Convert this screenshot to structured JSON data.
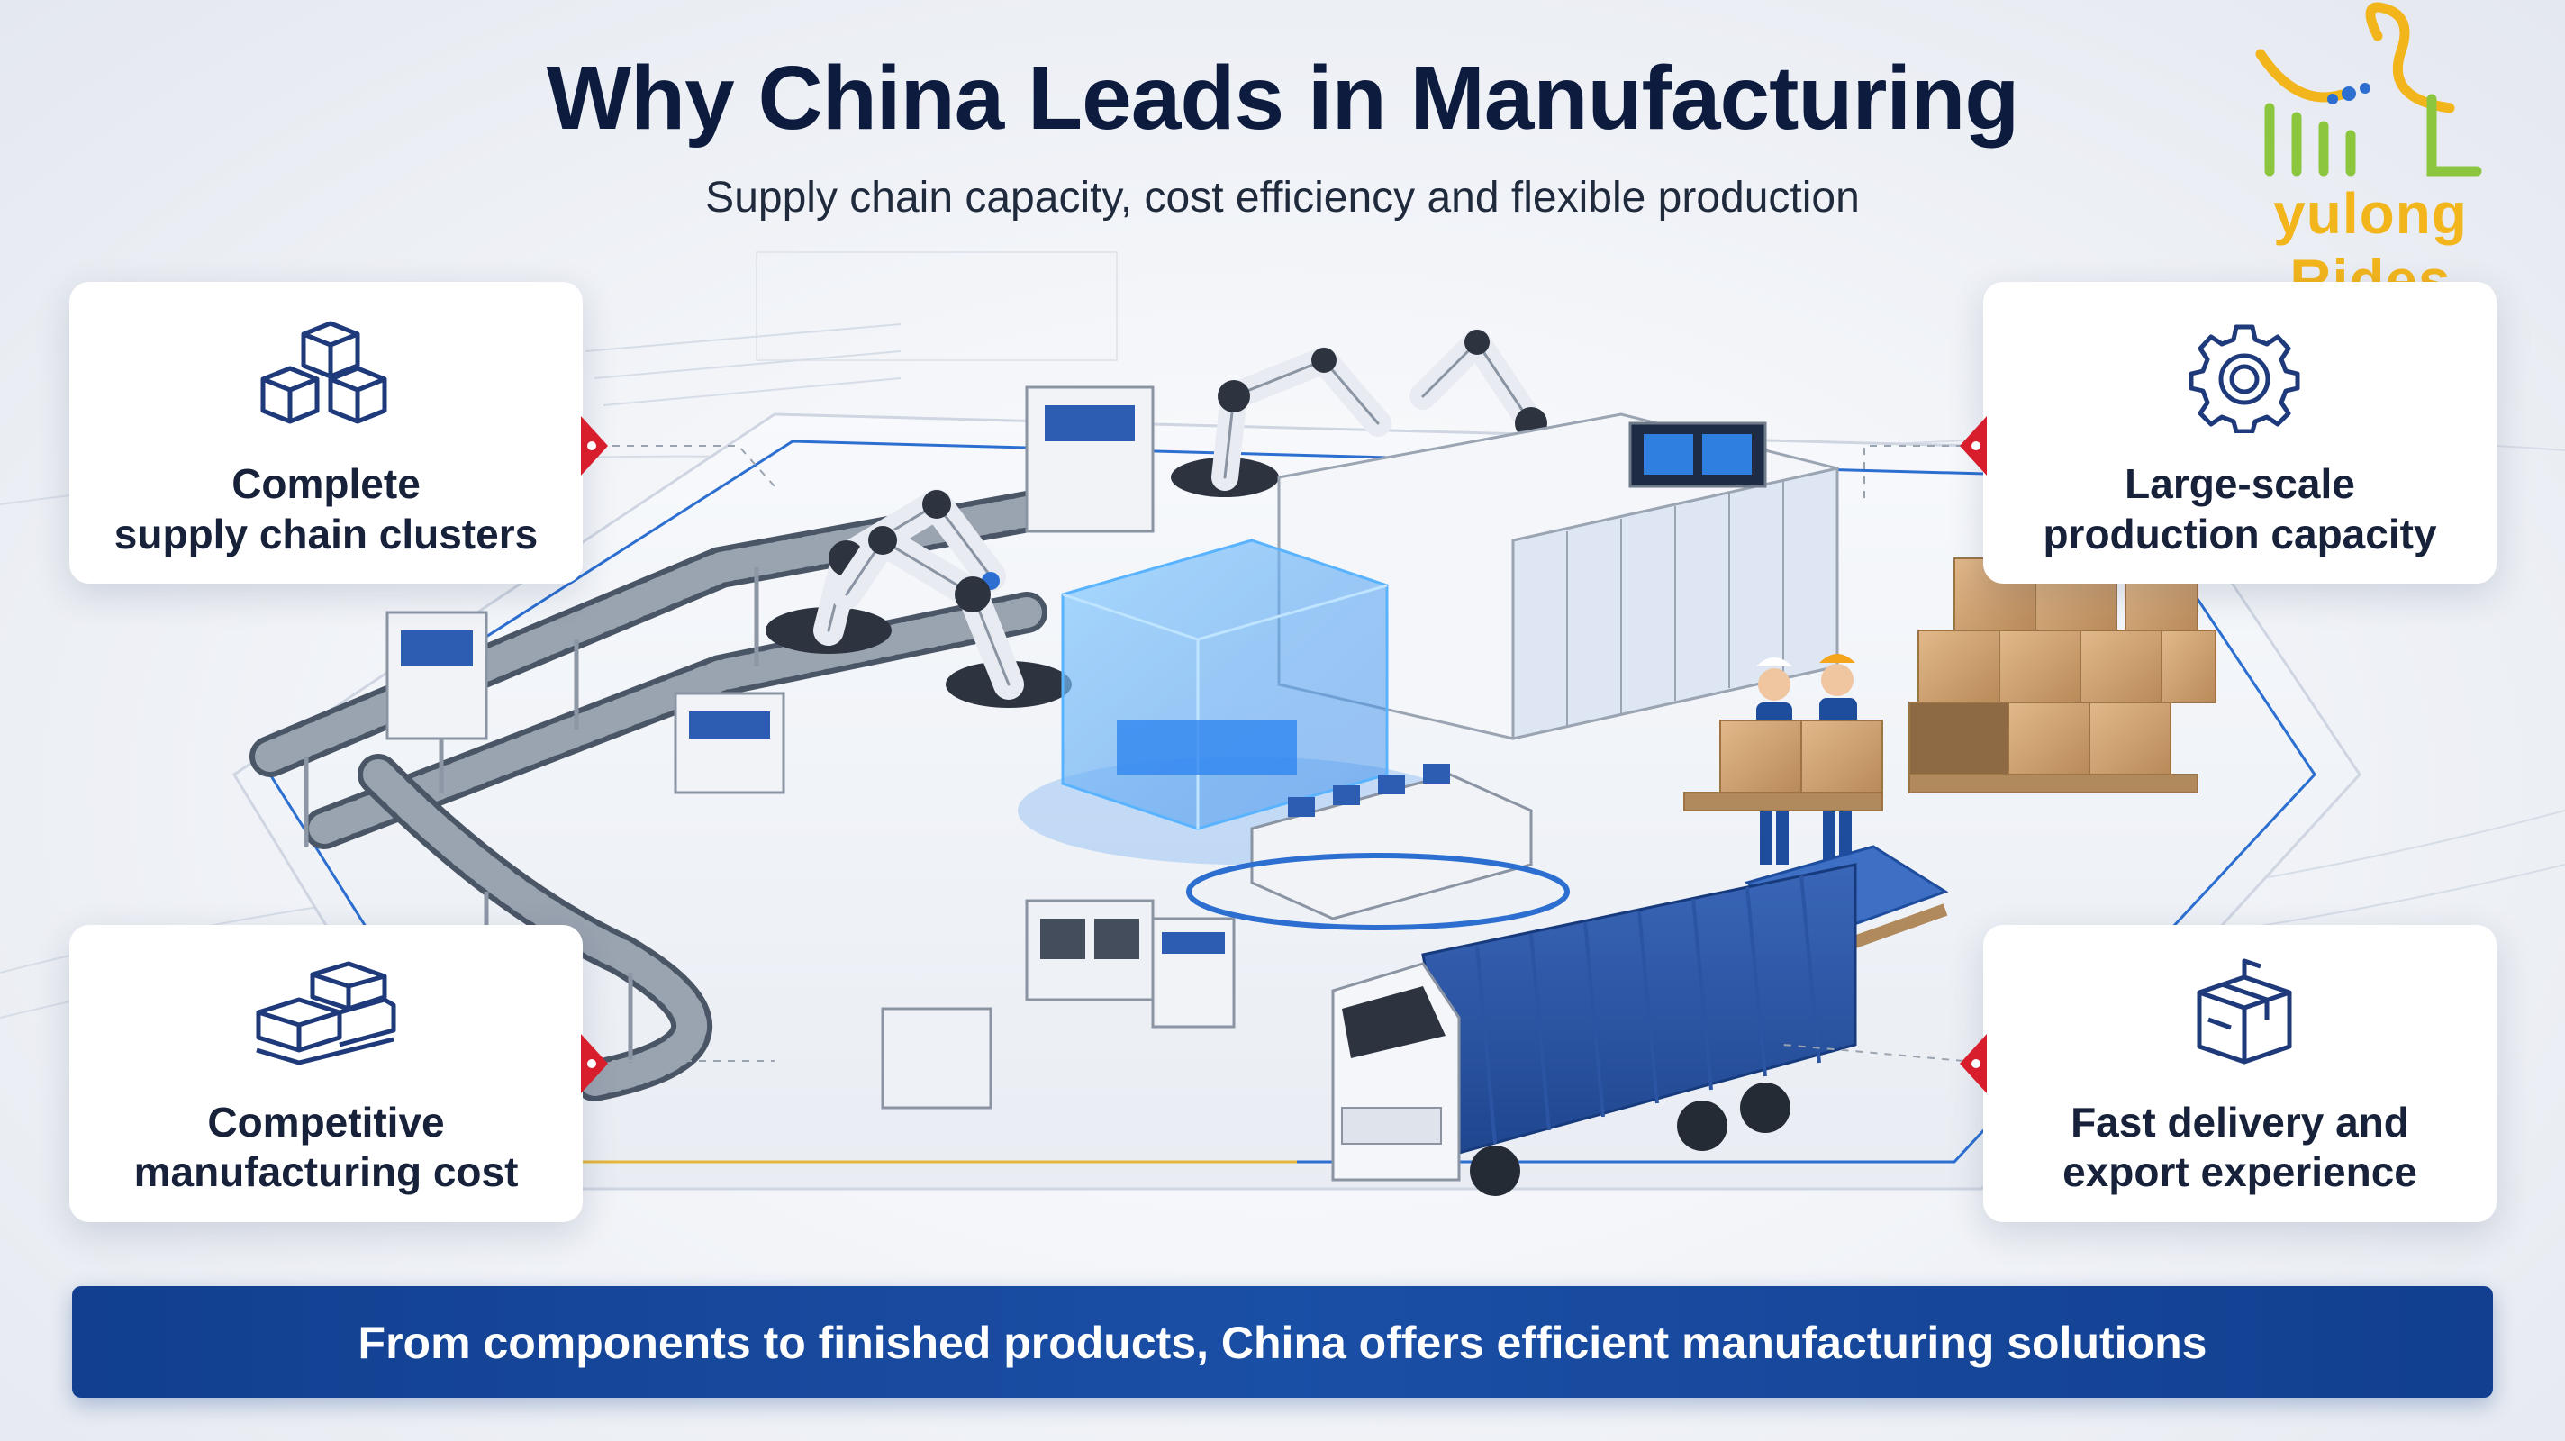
{
  "header": {
    "title": "Why China Leads in Manufacturing",
    "subtitle": "Supply chain capacity, cost efficiency and flexible production"
  },
  "logo": {
    "text": "yulong Rides",
    "color": "#f3b51c"
  },
  "cards": {
    "supply_chain": {
      "line1": "Complete",
      "line2": "supply chain clusters",
      "icon": "cubes-icon"
    },
    "capacity": {
      "line1": "Large-scale",
      "line2": "production capacity",
      "icon": "gear-icon"
    },
    "cost": {
      "line1": "Competitive",
      "line2": "manufacturing cost",
      "icon": "stacked-boxes-icon"
    },
    "delivery": {
      "line1": "Fast delivery and",
      "line2": "export experience",
      "icon": "package-icon"
    }
  },
  "banner": {
    "text": "From components to finished products, China offers efficient manufacturing solutions"
  },
  "colors": {
    "title": "#0d1b3e",
    "accent_blue": "#1a4fa6",
    "marker_red": "#d81e2c",
    "icon_navy": "#1e3a7a"
  }
}
